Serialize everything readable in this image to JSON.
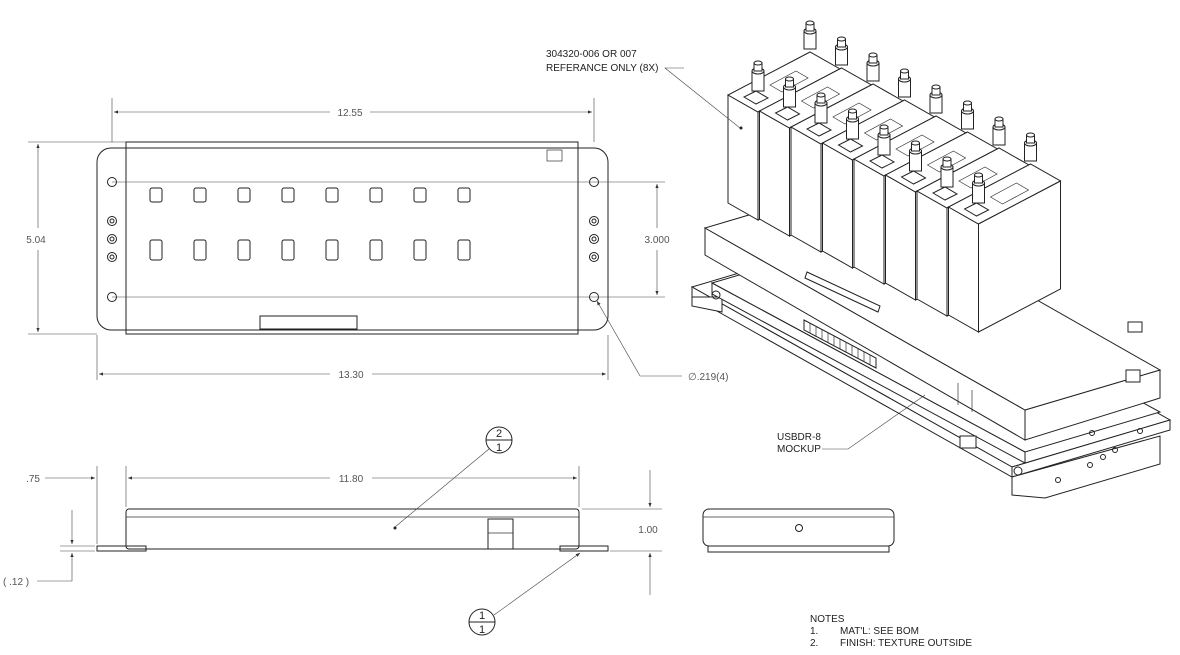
{
  "dimensions": {
    "top_width": "12.55",
    "overall_width": "13.30",
    "height": "5.04",
    "hole_spacing": "3.000",
    "hole_dia": "∅.219(4)",
    "side_width": "11.80",
    "side_height": "1.00",
    "flange": ".75",
    "thickness": "( .12 )"
  },
  "callouts": {
    "ref_line1": "304320-006 OR 007",
    "ref_line2": "REFERANCE ONLY (8X)",
    "mockup_line1": "USBDR-8",
    "mockup_line2": "MOCKUP"
  },
  "balloons": {
    "top_upper": "2",
    "top_lower": "1",
    "bottom_upper": "1",
    "bottom_lower": "1"
  },
  "notes": {
    "title": "NOTES",
    "items": [
      {
        "num": "1.",
        "text": "MAT'L: SEE BOM"
      },
      {
        "num": "2.",
        "text": "FINISH: TEXTURE OUTSIDE"
      }
    ]
  }
}
